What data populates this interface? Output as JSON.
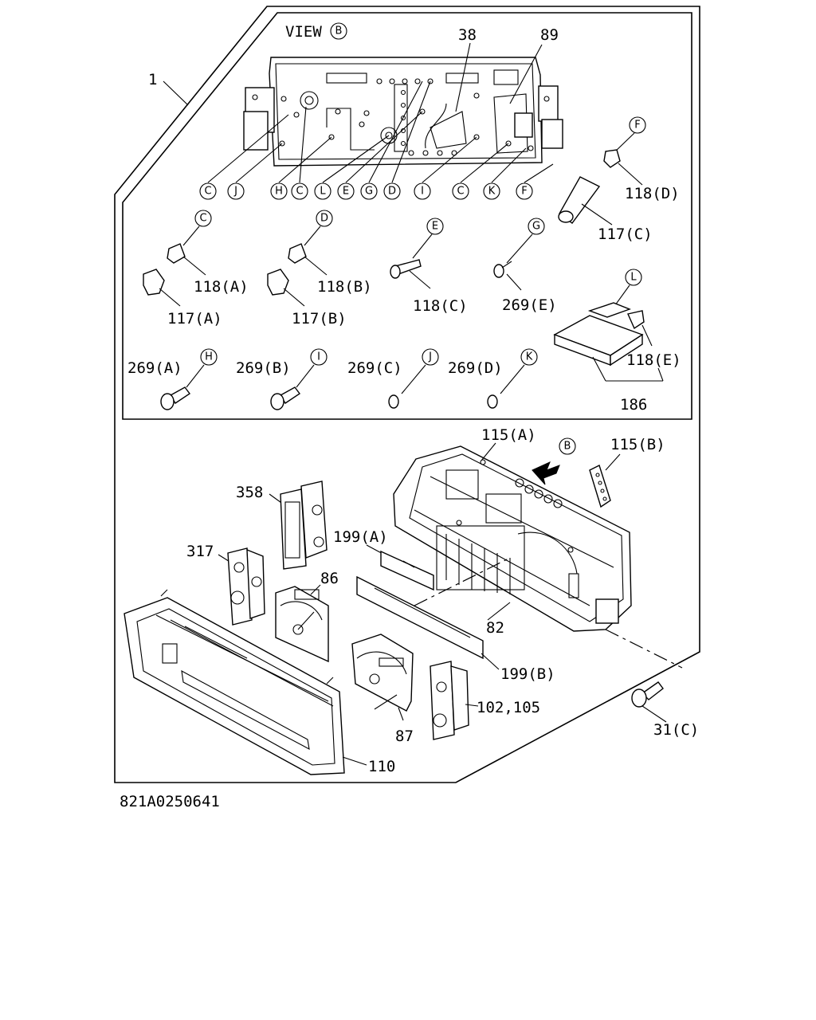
{
  "view_title": "VIEW",
  "view_letter": "B",
  "drawing_number": "821A0250641",
  "callouts": {
    "assembly": "1",
    "top_38": "38",
    "top_89": "89",
    "p118D": "118(D)",
    "p117C": "117(C)",
    "p118A": "118(A)",
    "p117A": "117(A)",
    "p118B": "118(B)",
    "p117B": "117(B)",
    "p118C": "118(C)",
    "p269E": "269(E)",
    "p118E": "118(E)",
    "p186": "186",
    "p269A": "269(A)",
    "p269B": "269(B)",
    "p269C": "269(C)",
    "p269D": "269(D)",
    "p115A": "115(A)",
    "p115B": "115(B)",
    "p358": "358",
    "p199A": "199(A)",
    "p317": "317",
    "p86": "86",
    "p82": "82",
    "p199B": "199(B)",
    "p102_105": "102,105",
    "p87": "87",
    "p110": "110",
    "p31C": "31(C)"
  },
  "row_letters": [
    "C",
    "J",
    "H",
    "C",
    "L",
    "E",
    "G",
    "D",
    "I",
    "C",
    "K",
    "F"
  ],
  "part_letters": {
    "F": "F",
    "C": "C",
    "D": "D",
    "E": "E",
    "G": "G",
    "L": "L",
    "H": "H",
    "I": "I",
    "J": "J",
    "K": "K",
    "B": "B"
  }
}
